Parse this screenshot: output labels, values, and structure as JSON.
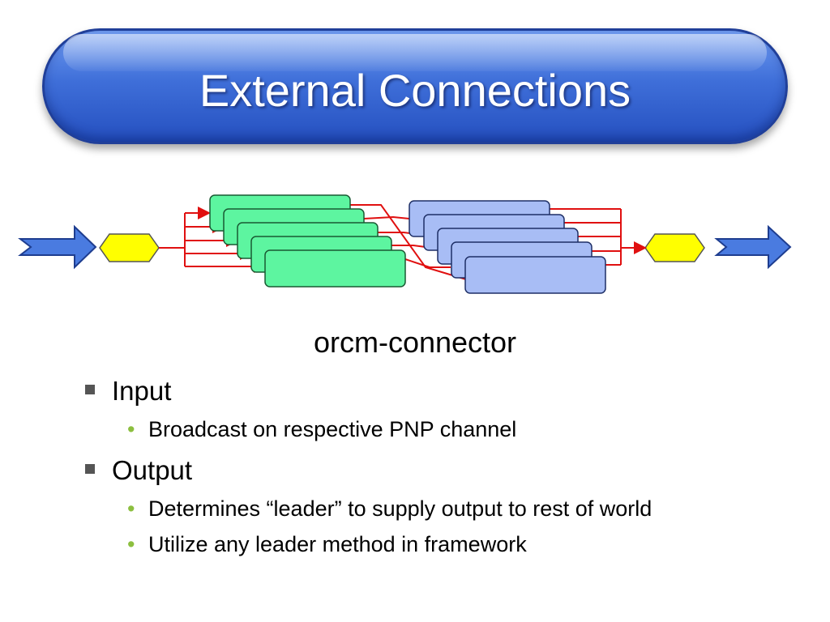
{
  "slide": {
    "title": "External Connections",
    "caption": "orcm-connector"
  },
  "bullets": [
    {
      "label": "Input",
      "subitems": [
        "Broadcast on respective PNP channel"
      ]
    },
    {
      "label": "Output",
      "subitems": [
        "Determines “leader” to supply output to rest of world",
        "Utilize any leader method in framework"
      ]
    }
  ],
  "colors": {
    "title_blue": "#3f6fd9",
    "arrow_blue": "#4a7be0",
    "node_green": "#5df5a0",
    "node_blue": "#a8bdf5",
    "connector_yellow": "#ffff00",
    "wire_red": "#e01010",
    "subbullet_green": "#8cbf3f"
  }
}
